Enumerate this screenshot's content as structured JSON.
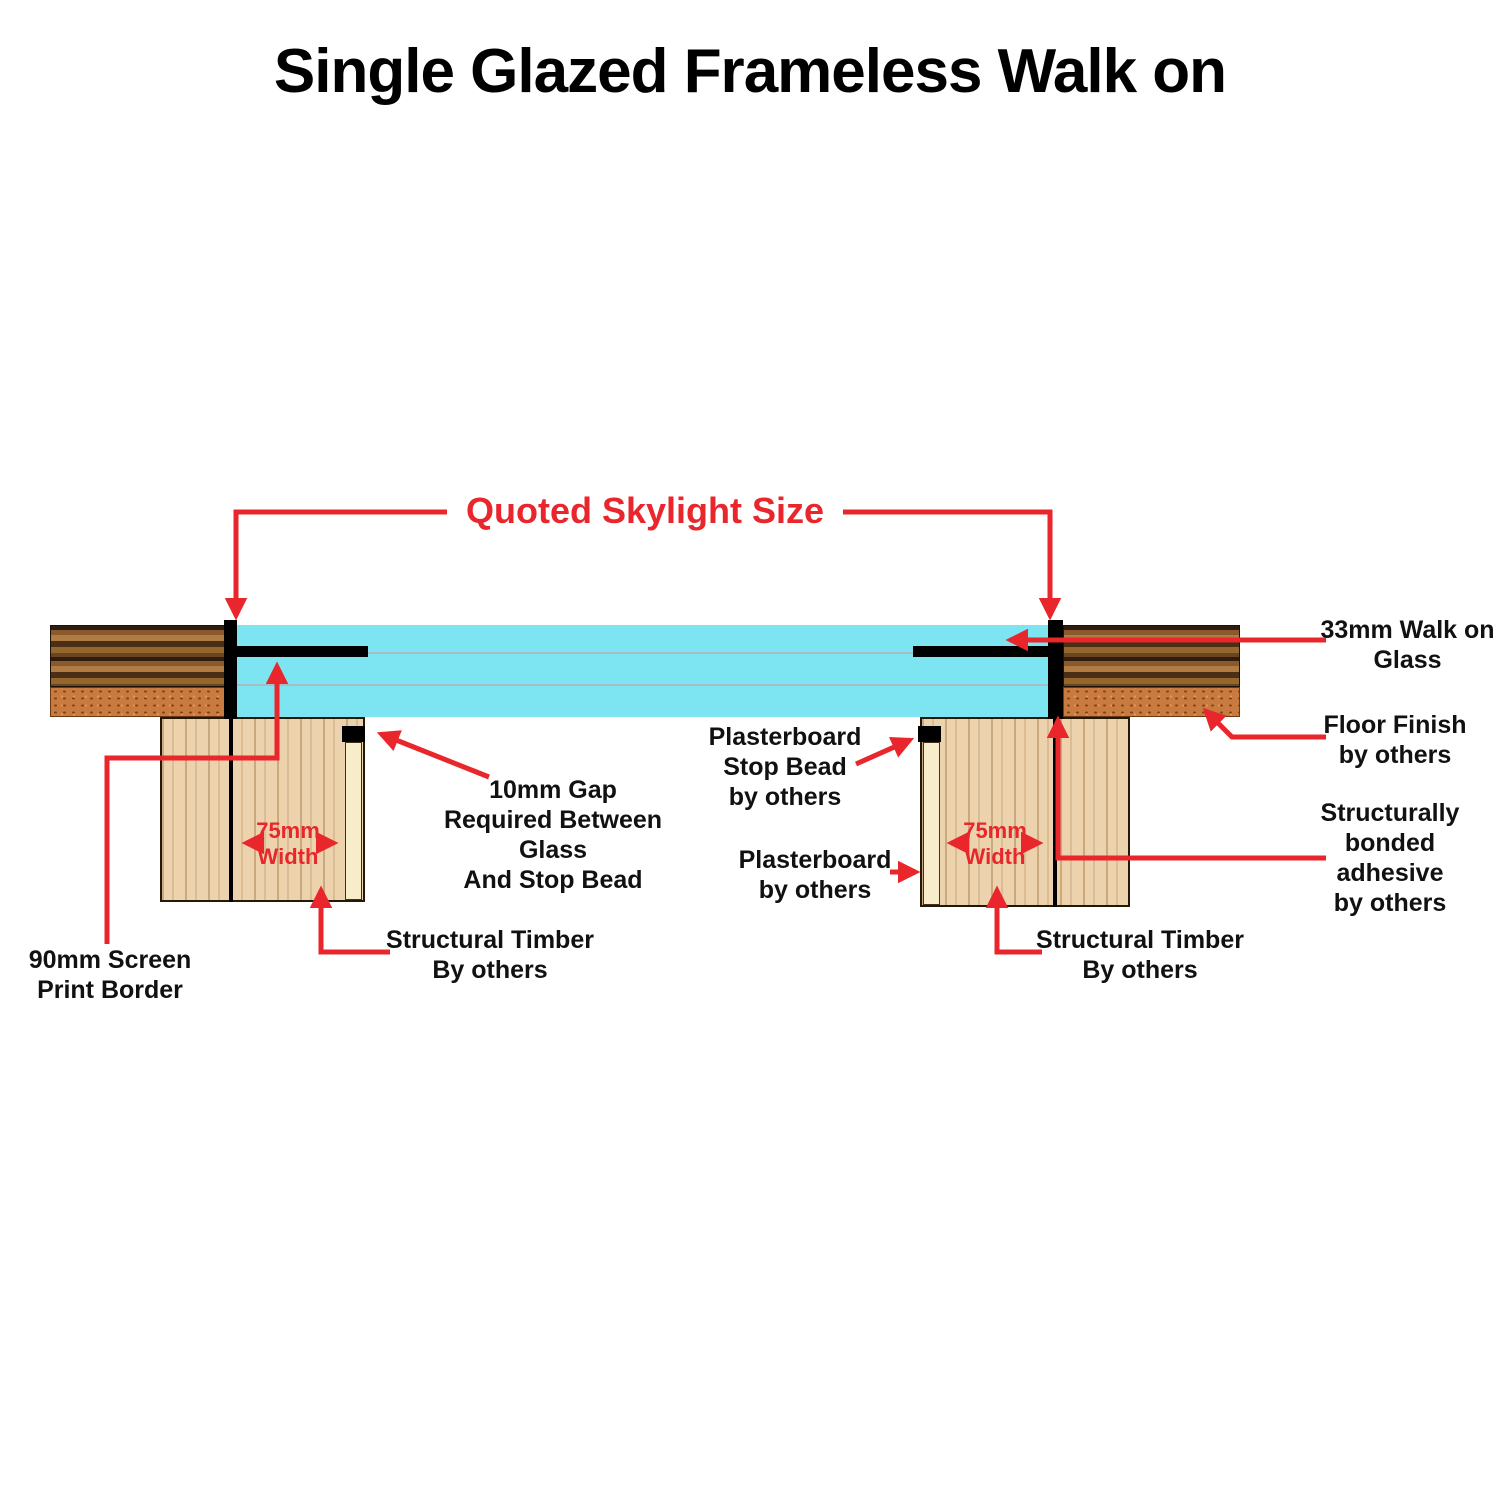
{
  "title": "Single Glazed Frameless Walk on",
  "colors": {
    "red": "#e8262b",
    "glass": "#7de4f1",
    "timber": "#ecd3ad",
    "pboard": "#f8edca"
  },
  "labels": {
    "quoted_size": "Quoted Skylight Size",
    "walk_on_glass": "33mm Walk on\nGlass",
    "floor_finish": "Floor Finish\nby others",
    "bonded_adhesive": "Structurally\nbonded\nadhesive\nby others",
    "gap": "10mm Gap\nRequired Between Glass\nAnd Stop Bead",
    "stop_bead": "Plasterboard\nStop Bead\nby others",
    "plasterboard": "Plasterboard\nby others",
    "width_left": "75mm\nWidth",
    "width_right": "75mm\nWidth",
    "timber_left": "Structural Timber\nBy others",
    "timber_right": "Structural Timber\nBy others",
    "screen_print": "90mm Screen\nPrint Border"
  }
}
